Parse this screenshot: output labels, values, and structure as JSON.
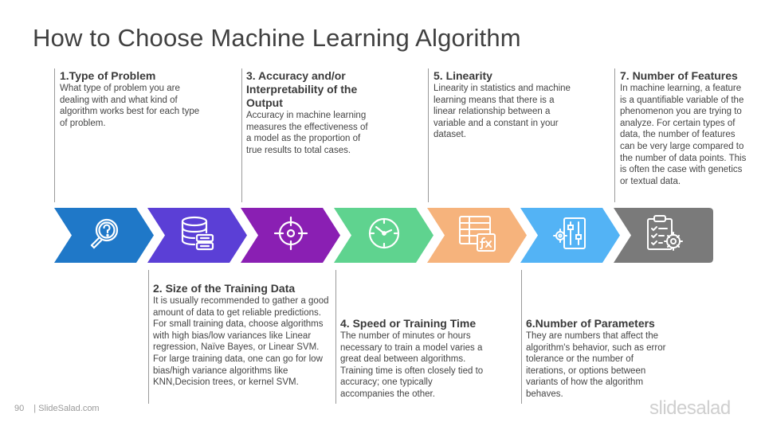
{
  "title": "How to Choose Machine Learning Algorithm",
  "steps": [
    {
      "heading": "1.Type of Problem",
      "body": "What type of problem you are dealing with and what kind of algorithm works best for each type of problem.",
      "color": "#1f78c8",
      "icon": "magnifier-question-icon"
    },
    {
      "heading": "2. Size of the Training Data",
      "body": "It is usually recommended  to gather a good amount of data to get reliable predictions. For small training data, choose algorithms with high bias/low variances like Linear regression, Naïve Bayes, or Linear SVM. For large training data, one can go for low bias/high variance algorithms like KNN,Decision trees,  or kernel SVM.",
      "color": "#5b3fd6",
      "icon": "database-server-icon"
    },
    {
      "heading": "3. Accuracy and/or Interpretability of the Output",
      "body": "Accuracy in machine learning measures the effectiveness  of a model as the proportion of true results to total cases.",
      "color": "#8a1fb3",
      "icon": "crosshair-target-icon"
    },
    {
      "heading": "4. Speed or Training Time",
      "body": "The number of minutes or hours necessary to train a model varies a great deal between algorithms. Training time is often closely tied to accuracy; one typically accompanies the other.",
      "color": "#5fd38f",
      "icon": "clock-icon"
    },
    {
      "heading": "5. Linearity",
      "body": "Linearity in statistics  and machine learning means that there is a linear relationship between a variable and a constant in your dataset.",
      "color": "#f6b37c",
      "icon": "spreadsheet-function-icon"
    },
    {
      "heading": "6.Number of Parameters",
      "body": "They are numbers that affect the algorithm's behavior, such as error tolerance or the number of iterations, or options between variants of how the algorithm behaves.",
      "color": "#53b3f5",
      "icon": "sliders-gear-icon"
    },
    {
      "heading": "7. Number of Features",
      "body": "In machine learning, a feature is a quantifiable variable of the phenomenon you are trying to analyze. For certain types of data, the number of features can be very large compared to the number of data points. This is often the case with genetics or textual data.",
      "color": "#7a7a7a",
      "icon": "clipboard-gear-icon"
    }
  ],
  "footer": {
    "page_number": "90",
    "site": "| SlideSalad.com"
  },
  "brand": "slidesalad"
}
